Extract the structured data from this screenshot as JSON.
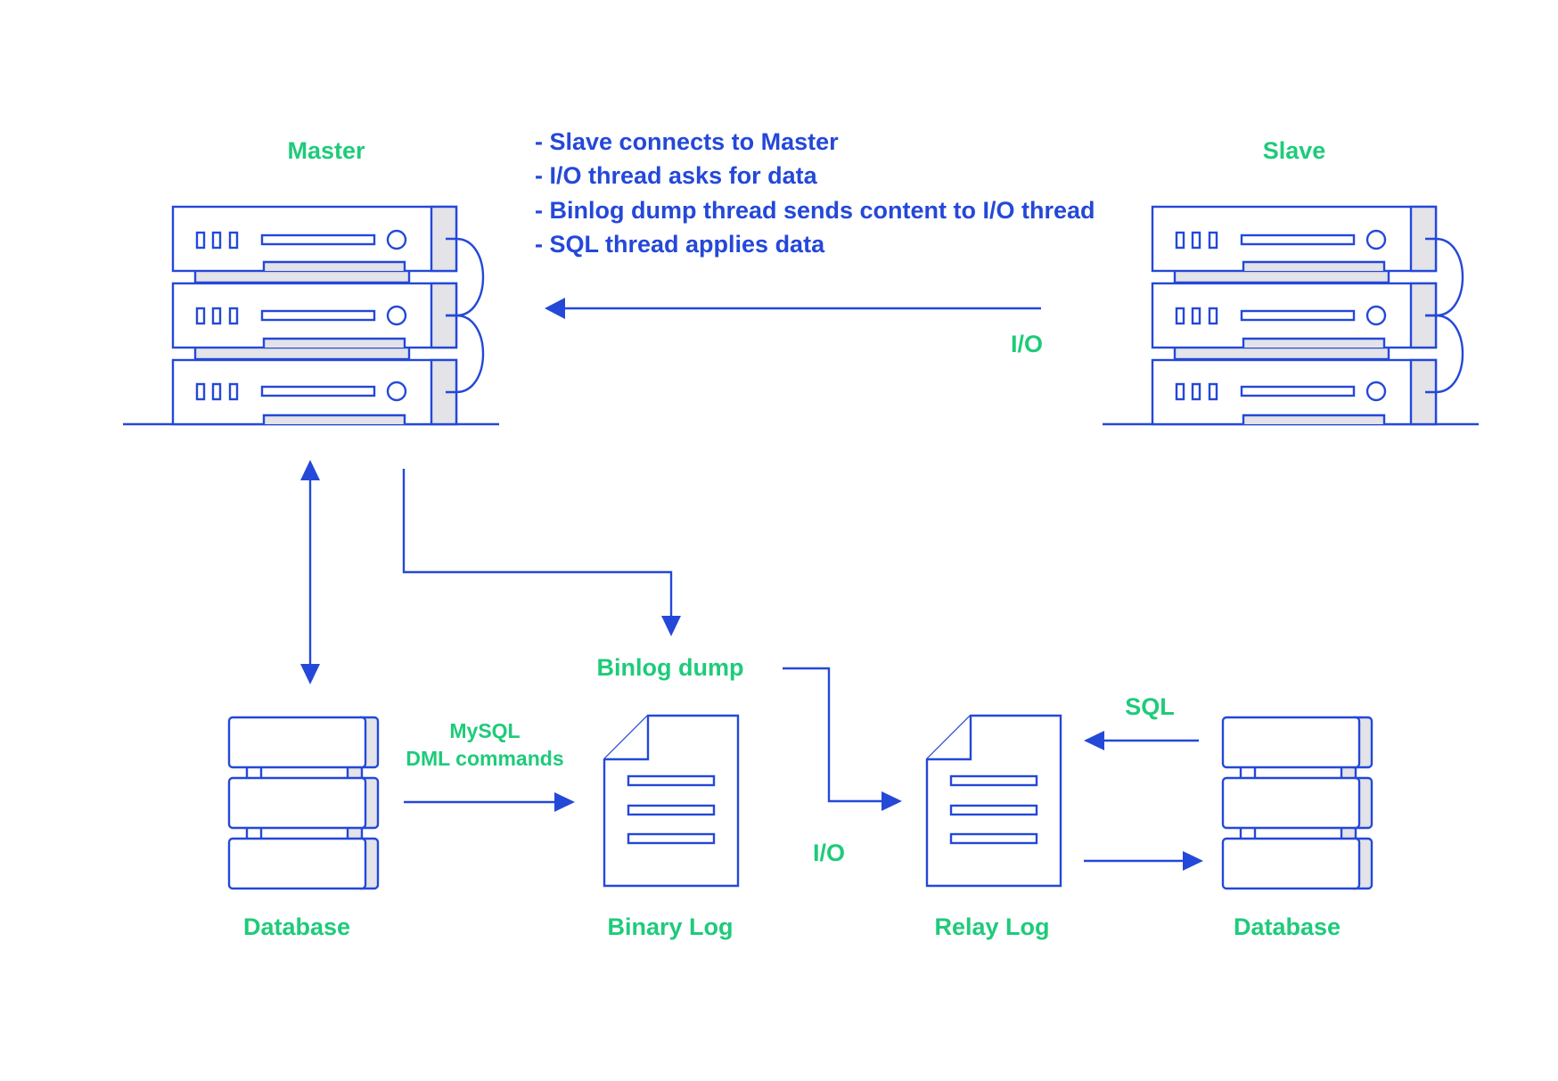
{
  "nodes": {
    "master": "Master",
    "slave": "Slave",
    "database_left": "Database",
    "binary_log": "Binary Log",
    "relay_log": "Relay Log",
    "database_right": "Database"
  },
  "notes": [
    "- Slave connects to Master",
    "- I/O thread asks for data",
    "- Binlog dump thread sends content to I/O thread",
    "- SQL thread applies data"
  ],
  "edge_labels": {
    "io_top": "I/O",
    "binlog_dump": "Binlog dump",
    "mysql_line1": "MySQL",
    "mysql_line2": "DML commands",
    "io_bottom": "I/O",
    "sql": "SQL"
  },
  "colors": {
    "label_green": "#1ecb7a",
    "line_blue": "#2448d8",
    "panel_grey": "#e3e3e8"
  }
}
